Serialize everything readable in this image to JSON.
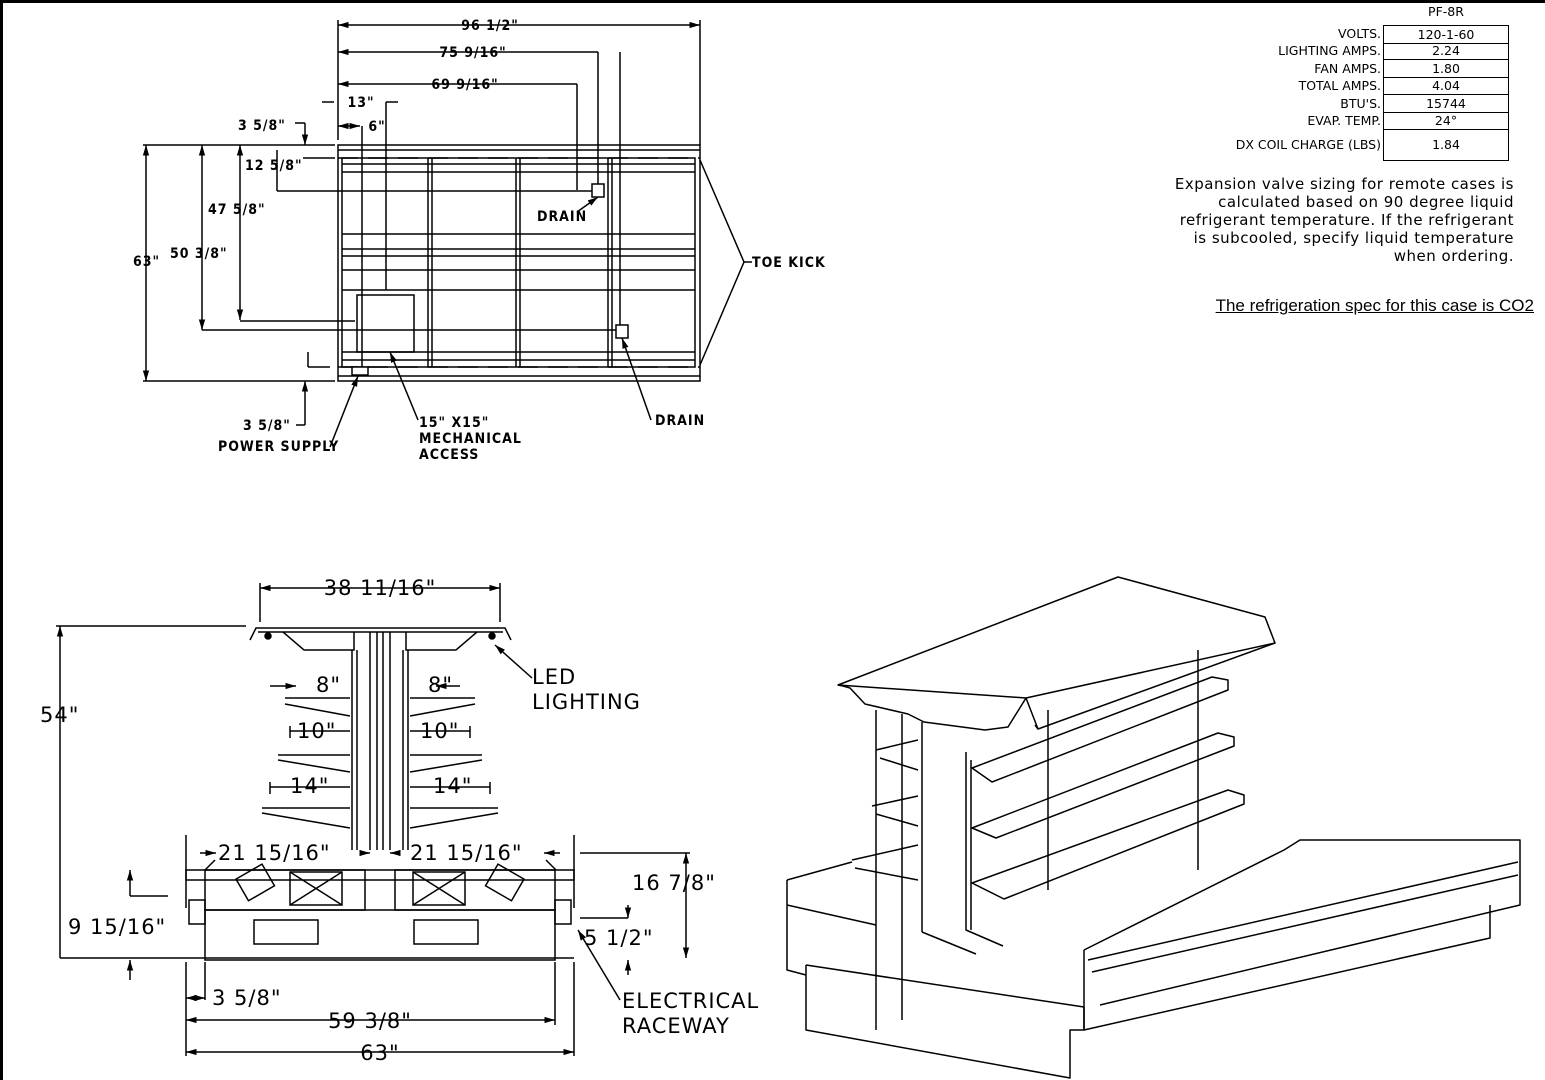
{
  "spec_table": {
    "model": "PF-8R",
    "rows": [
      {
        "label": "VOLTS.",
        "value": "120-1-60"
      },
      {
        "label": "LIGHTING AMPS.",
        "value": "2.24"
      },
      {
        "label": "FAN AMPS.",
        "value": "1.80"
      },
      {
        "label": "TOTAL AMPS.",
        "value": "4.04"
      },
      {
        "label": "BTU'S.",
        "value": "15744"
      },
      {
        "label": "EVAP. TEMP.",
        "value": "24°"
      },
      {
        "label": "DX COIL CHARGE (LBS)",
        "value": "1.84"
      }
    ]
  },
  "note": "Expansion valve sizing for remote cases is calculated based on 90 degree liquid refrigerant temperature. If the refrigerant is subcooled, specify liquid temperature when ordering.",
  "refrigeration_spec": "The refrigeration spec for this case is CO2",
  "plan_view": {
    "dims": {
      "overall_length": "96 1/2\"",
      "drain_offset_far": "75 9/16\"",
      "drain_offset_near": "69 9/16\"",
      "access_offset": "13\"",
      "power_offset": "6\"",
      "top_margin": "3 5/8\"",
      "drain_depth": "12 5/8\"",
      "access_depth": "47 5/8\"",
      "drain2_depth": "50 3/8\"",
      "overall_depth": "63\"",
      "bottom_margin": "3 5/8\""
    },
    "labels": {
      "drain_top": "DRAIN",
      "drain_bottom": "DRAIN",
      "toe_kick": "TOE KICK",
      "power_supply": "POWER SUPPLY",
      "access_line1": "15\" X15\"",
      "access_line2": "MECHANICAL",
      "access_line3": "ACCESS"
    }
  },
  "section_view": {
    "dims": {
      "canopy_width": "38 11/16\"",
      "overall_height": "54\"",
      "shelf_top_left": "8\"",
      "shelf_top_right": "8\"",
      "shelf_mid_left": "10\"",
      "shelf_mid_right": "10\"",
      "shelf_low_left": "14\"",
      "shelf_low_right": "14\"",
      "deck_left": "21 15/16\"",
      "deck_right": "21 15/16\"",
      "deck_height": "16 7/8\"",
      "base_height": "9 15/16\"",
      "raceway_height": "5 1/2\"",
      "toe_offset": "3 5/8\"",
      "base_width": "59 3/8\"",
      "overall_width": "63\""
    },
    "labels": {
      "led_line1": "LED",
      "led_line2": "LIGHTING",
      "raceway_line1": "ELECTRICAL",
      "raceway_line2": "RACEWAY"
    }
  }
}
